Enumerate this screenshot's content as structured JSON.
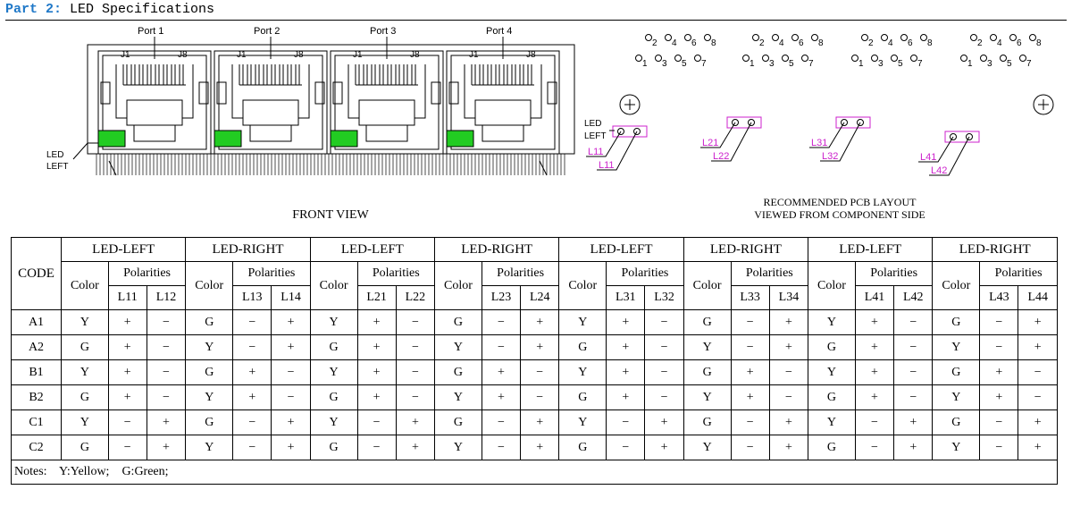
{
  "header": {
    "part": "Part 2:",
    "title": "LED Specifications"
  },
  "ports": [
    "Port 1",
    "Port 2",
    "Port 3",
    "Port 4"
  ],
  "pins": {
    "first": "J1",
    "last": "J8"
  },
  "led_left_label": [
    "LED",
    "LEFT"
  ],
  "front_view": "FRONT VIEW",
  "pcb": {
    "caption_line1": "RECOMMENDED PCB LAYOUT",
    "caption_line2": "VIEWED FROM COMPONENT SIDE",
    "top_pins": [
      "2",
      "4",
      "6",
      "8"
    ],
    "bottom_pins": [
      "1",
      "3",
      "5",
      "7"
    ],
    "led_labels": [
      [
        "L11",
        "L11"
      ],
      [
        "L21",
        "L22"
      ],
      [
        "L31",
        "L32"
      ],
      [
        "L41",
        "L42"
      ]
    ]
  },
  "colors": {
    "led_green": "#22cc22",
    "pcb_magenta": "#cc22cc",
    "accent_blue": "#1f78c8"
  },
  "table": {
    "code_header": "CODE",
    "group_headers": [
      "LED-LEFT",
      "LED-RIGHT",
      "LED-LEFT",
      "LED-RIGHT",
      "LED-LEFT",
      "LED-RIGHT",
      "LED-LEFT",
      "LED-RIGHT"
    ],
    "color_header": "Color",
    "polarities_header": "Polarities",
    "pol_labels": [
      [
        "L11",
        "L12"
      ],
      [
        "L13",
        "L14"
      ],
      [
        "L21",
        "L22"
      ],
      [
        "L23",
        "L24"
      ],
      [
        "L31",
        "L32"
      ],
      [
        "L33",
        "L34"
      ],
      [
        "L41",
        "L42"
      ],
      [
        "L43",
        "L44"
      ]
    ],
    "rows": [
      {
        "code": "A1",
        "cells": [
          "Y",
          "+",
          "−",
          "G",
          "−",
          "+",
          "Y",
          "+",
          "−",
          "G",
          "−",
          "+",
          "Y",
          "+",
          "−",
          "G",
          "−",
          "+",
          "Y",
          "+",
          "−",
          "G",
          "−",
          "+"
        ]
      },
      {
        "code": "A2",
        "cells": [
          "G",
          "+",
          "−",
          "Y",
          "−",
          "+",
          "G",
          "+",
          "−",
          "Y",
          "−",
          "+",
          "G",
          "+",
          "−",
          "Y",
          "−",
          "+",
          "G",
          "+",
          "−",
          "Y",
          "−",
          "+"
        ]
      },
      {
        "code": "B1",
        "cells": [
          "Y",
          "+",
          "−",
          "G",
          "+",
          "−",
          "Y",
          "+",
          "−",
          "G",
          "+",
          "−",
          "Y",
          "+",
          "−",
          "G",
          "+",
          "−",
          "Y",
          "+",
          "−",
          "G",
          "+",
          "−"
        ]
      },
      {
        "code": "B2",
        "cells": [
          "G",
          "+",
          "−",
          "Y",
          "+",
          "−",
          "G",
          "+",
          "−",
          "Y",
          "+",
          "−",
          "G",
          "+",
          "−",
          "Y",
          "+",
          "−",
          "G",
          "+",
          "−",
          "Y",
          "+",
          "−"
        ]
      },
      {
        "code": "C1",
        "cells": [
          "Y",
          "−",
          "+",
          "G",
          "−",
          "+",
          "Y",
          "−",
          "+",
          "G",
          "−",
          "+",
          "Y",
          "−",
          "+",
          "G",
          "−",
          "+",
          "Y",
          "−",
          "+",
          "G",
          "−",
          "+"
        ]
      },
      {
        "code": "C2",
        "cells": [
          "G",
          "−",
          "+",
          "Y",
          "−",
          "+",
          "G",
          "−",
          "+",
          "Y",
          "−",
          "+",
          "G",
          "−",
          "+",
          "Y",
          "−",
          "+",
          "G",
          "−",
          "+",
          "Y",
          "−",
          "+"
        ]
      }
    ],
    "notes": "Notes:    Y:Yellow;    G:Green;"
  }
}
